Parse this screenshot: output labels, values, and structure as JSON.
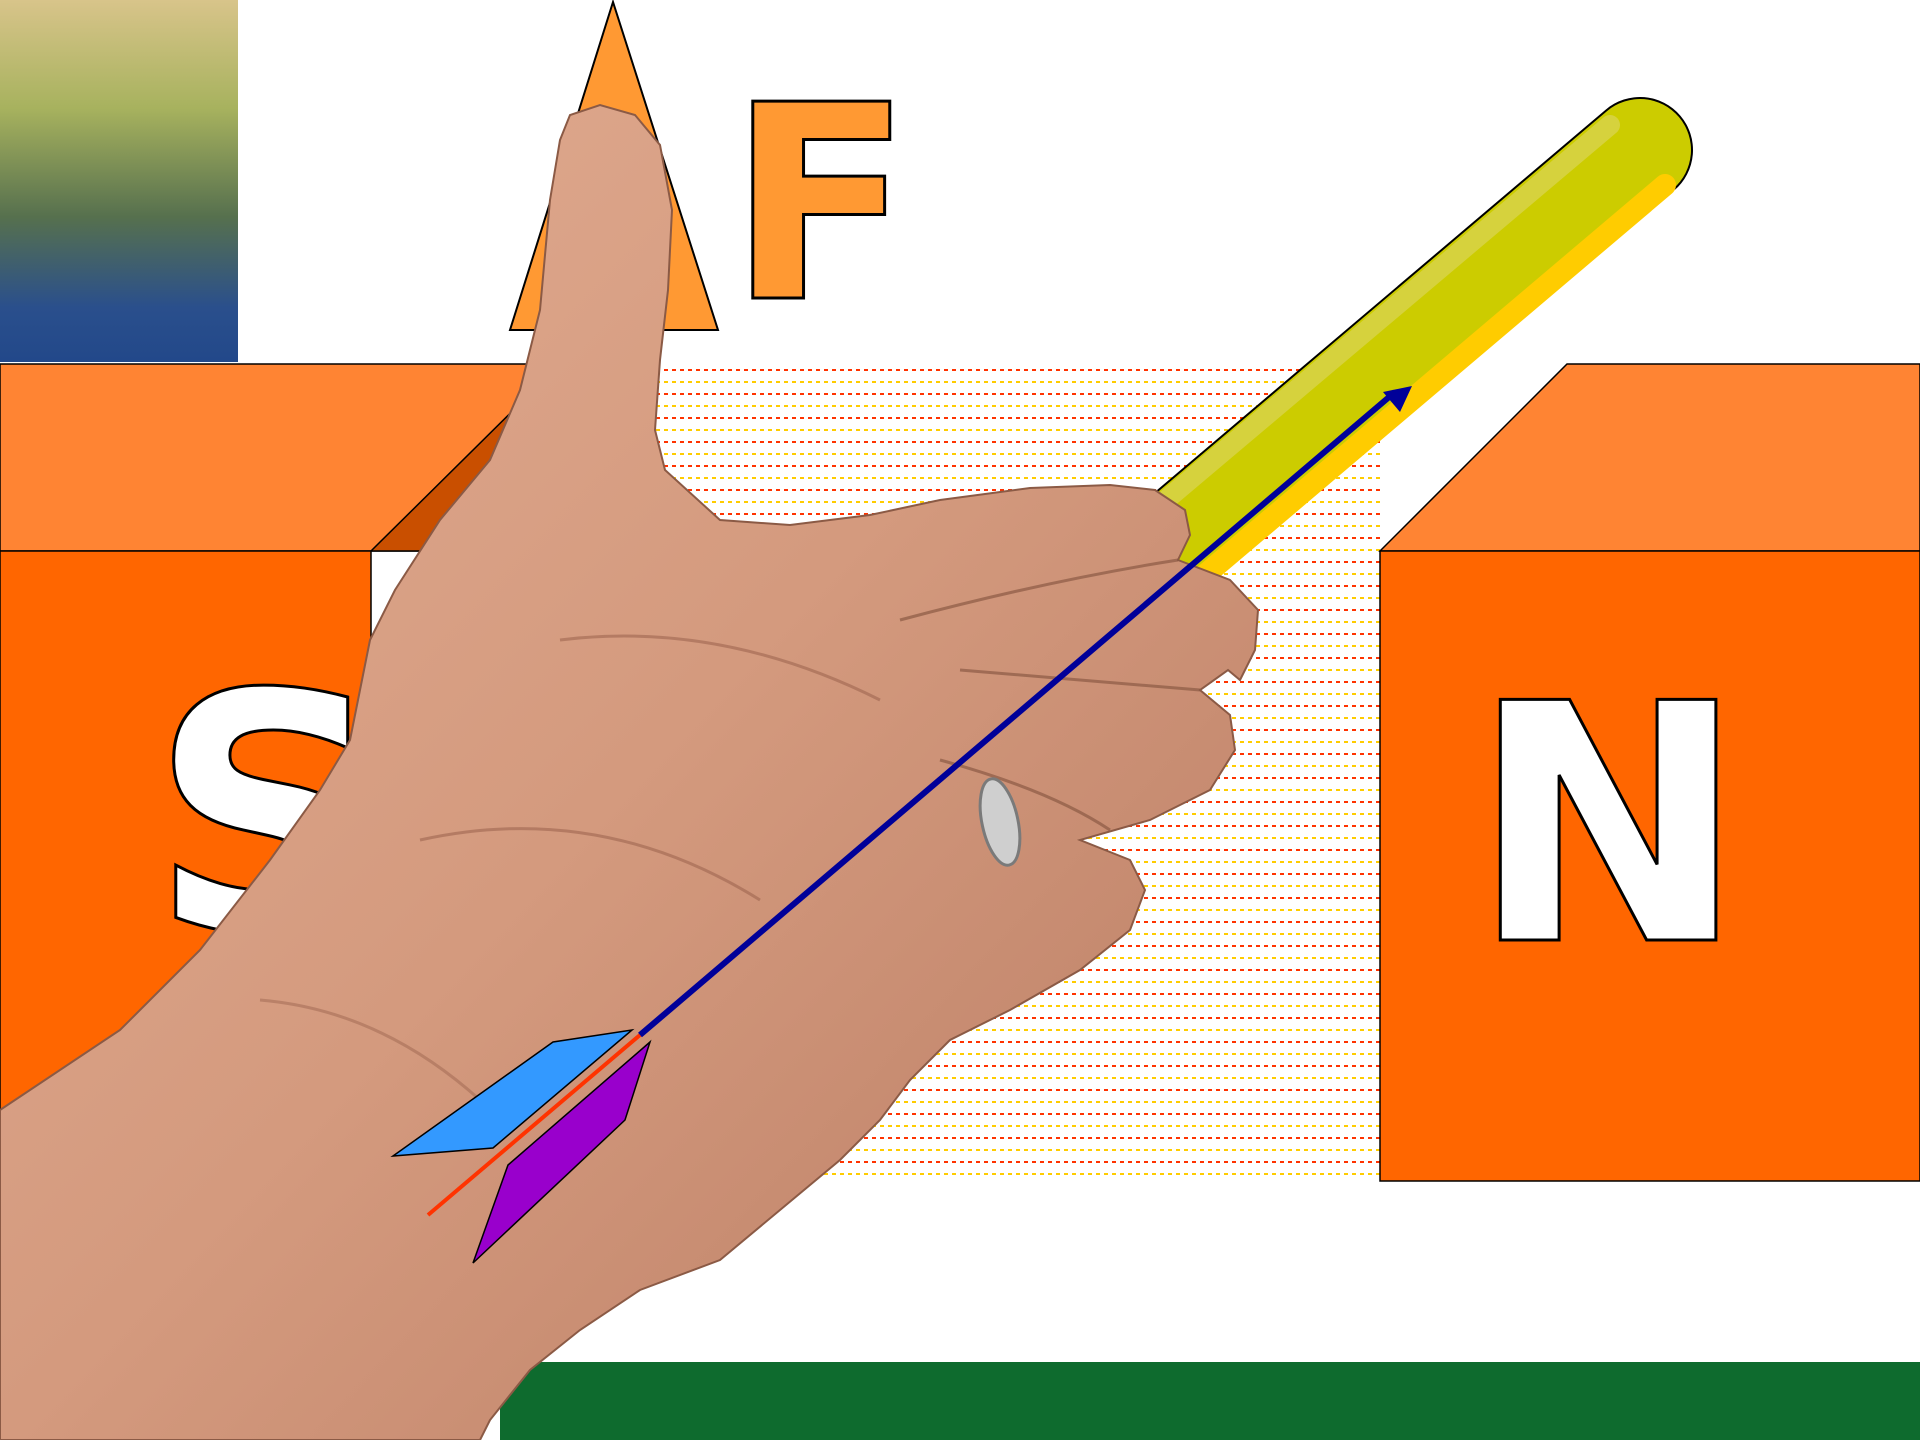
{
  "labels": {
    "south_pole": "S",
    "north_pole": "N",
    "force": "F"
  },
  "colors": {
    "magnet_front": "#ff6600",
    "magnet_top": "#ff8433",
    "force_arrow": "#ff9933",
    "conductor": "#cccc00",
    "conductor_highlight": "#ffcc00",
    "field_lines_red": "#ff3300",
    "field_lines_yellow": "#ffcc00",
    "current_arrow": "#000099",
    "fletching_blue": "#3399ff",
    "fletching_purple": "#9900cc",
    "ground_strip": "#0e6b2e",
    "skin": "#d59a80"
  },
  "icons": {
    "hand": "left-hand-rule-icon",
    "current": "current-arrow-icon"
  }
}
